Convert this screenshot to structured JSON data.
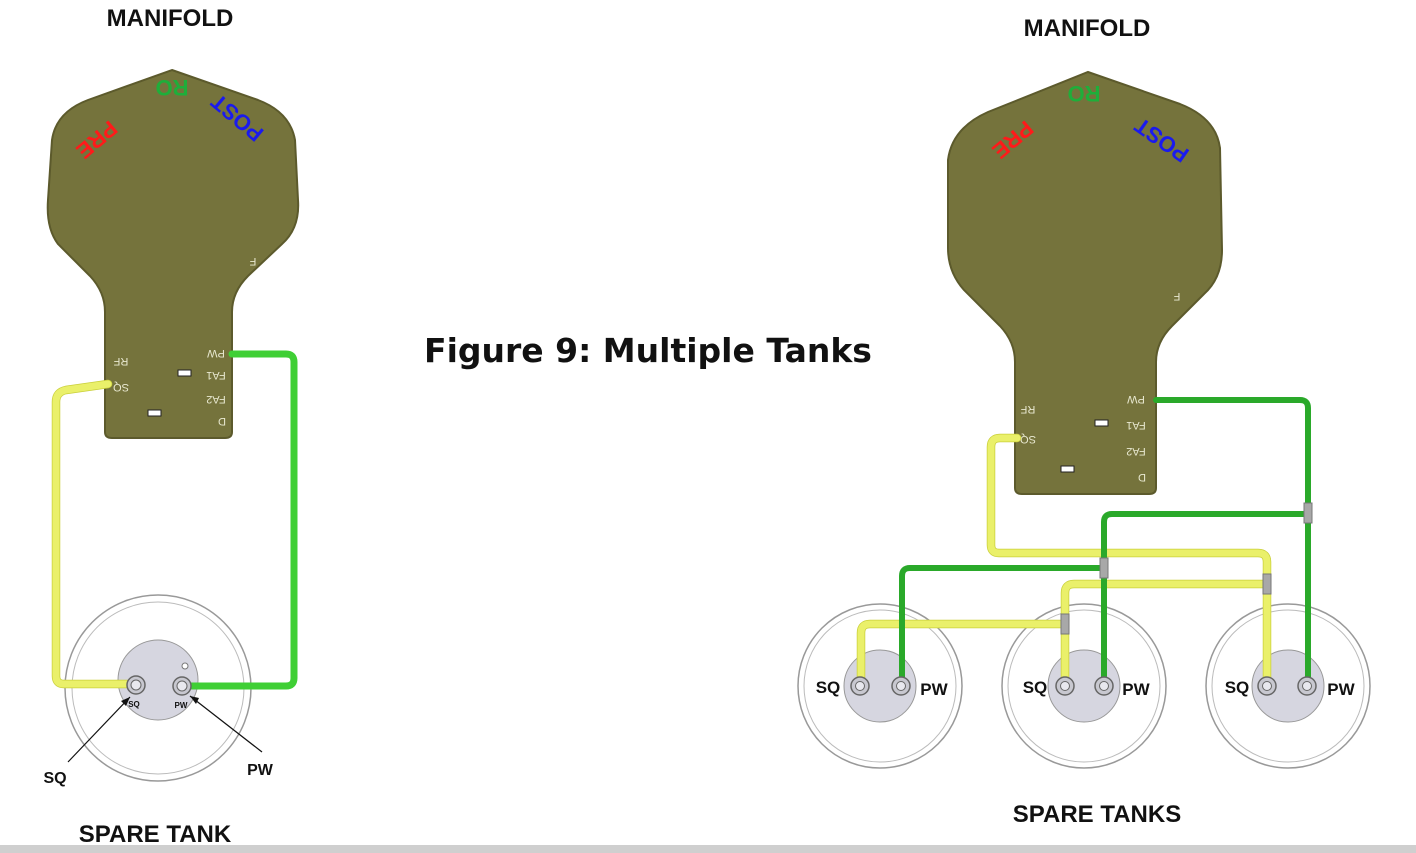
{
  "figure_title": "Figure 9:  Multiple Tanks",
  "left": {
    "manifold_label": "MANIFOLD",
    "tank_label": "SPARE TANK",
    "callout_sq": "SQ",
    "callout_pw": "PW",
    "fitting_sq": "SQ",
    "fitting_pw": "PW"
  },
  "right": {
    "manifold_label": "MANIFOLD",
    "tanks_label": "SPARE TANKS",
    "tanks": [
      {
        "sq": "SQ",
        "pw": "PW"
      },
      {
        "sq": "SQ",
        "pw": "PW"
      },
      {
        "sq": "SQ",
        "pw": "PW"
      }
    ]
  },
  "manifold_markings": {
    "pre": "PRE",
    "ro": "RO",
    "post": "POST",
    "f": "F",
    "pw": "PW",
    "fa1": "FA1",
    "fa2": "FA2",
    "d": "D",
    "rf": "RF",
    "sq": "SQ"
  },
  "colors": {
    "manifold": "#75733c",
    "pre": "#ff1a1a",
    "ro": "#1fae3a",
    "post": "#1a1aee",
    "tube_sq": "#eaf06a",
    "tube_pw": "#3fcf35"
  }
}
